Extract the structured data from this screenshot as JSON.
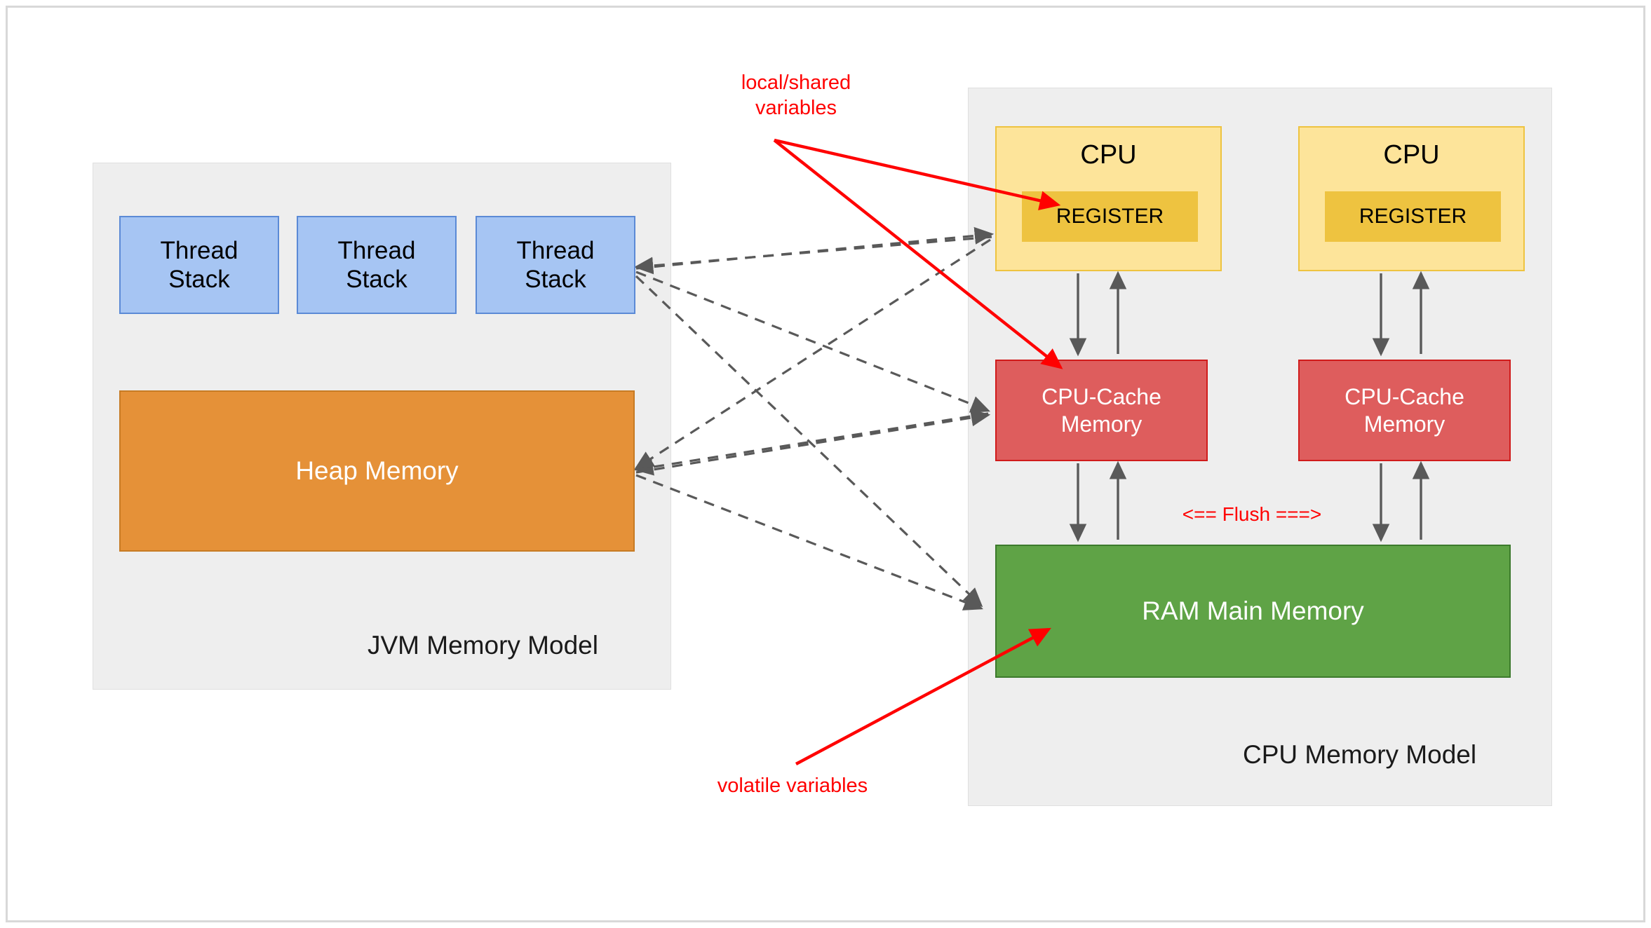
{
  "diagram": {
    "title_jvm": "JVM Memory Model",
    "title_cpu": "CPU Memory Model",
    "jvm": {
      "thread_stacks": [
        {
          "label": "Thread\nStack"
        },
        {
          "label": "Thread\nStack"
        },
        {
          "label": "Thread\nStack"
        }
      ],
      "heap": {
        "label": "Heap Memory"
      }
    },
    "cpu": {
      "cores": [
        {
          "label": "CPU",
          "register": "REGISTER",
          "cache": "CPU-Cache\nMemory"
        },
        {
          "label": "CPU",
          "register": "REGISTER",
          "cache": "CPU-Cache\nMemory"
        }
      ],
      "ram": {
        "label": "RAM Main Memory"
      }
    },
    "annotations": {
      "local_shared": "local/shared\nvariables",
      "volatile": "volatile variables",
      "flush": "<== Flush ===>"
    },
    "colors": {
      "thread_stack_fill": "#a6c5f3",
      "thread_stack_border": "#5b8ad6",
      "heap_fill": "#e59138",
      "heap_border": "#c77b24",
      "cpu_fill": "#fde49a",
      "cpu_border": "#eec340",
      "register_fill": "#eec340",
      "cache_fill": "#de5d5d",
      "cache_border": "#d01b1b",
      "ram_fill": "#5fa346",
      "ram_border": "#3c7a2c",
      "panel_fill": "#eeeeee",
      "annotation_red": "#ff0000",
      "connector_gray": "#595959"
    }
  }
}
